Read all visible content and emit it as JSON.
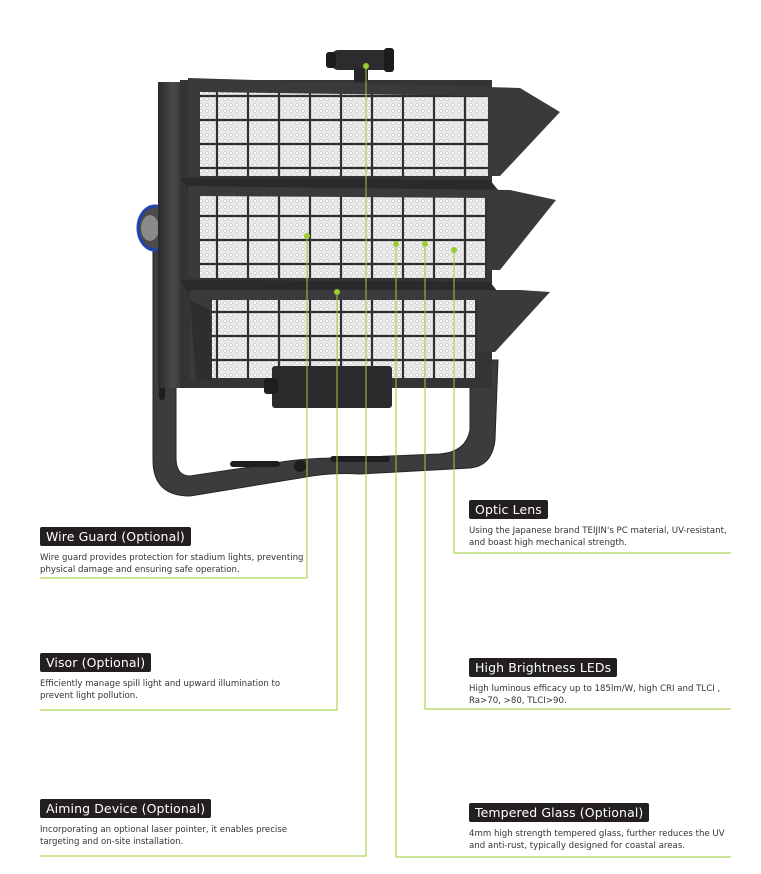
{
  "colors": {
    "callout_line": "#9acd32",
    "badge_bg": "#231f20",
    "fixture": "#3a3a3c"
  },
  "features": {
    "wire_guard": {
      "title": "Wire Guard (Optional)",
      "desc": "Wire guard provides protection for stadium lights, preventing physical damage and ensuring safe operation."
    },
    "visor": {
      "title": "Visor (Optional)",
      "desc": "Efficiently manage spill light and upward illumination to prevent light pollution."
    },
    "aiming_device": {
      "title": "Aiming Device (Optional)",
      "desc": "Incorporating an optional laser pointer, it enables precise targeting and on-site installation."
    },
    "optic_lens": {
      "title": "Optic Lens",
      "desc": "Using the Japanese brand TEIJIN's PC material, UV-resistant, and boast high mechanical strength."
    },
    "high_brightness": {
      "title": "High Brightness LEDs",
      "desc": "High luminous efficacy up to 185lm/W, high CRI and TLCI , Ra>70, >80, TLCI>90."
    },
    "tempered_glass": {
      "title": "Tempered Glass (Optional)",
      "desc": "4mm high strength tempered glass, further reduces the UV and anti-rust, typically designed for coastal areas."
    }
  }
}
